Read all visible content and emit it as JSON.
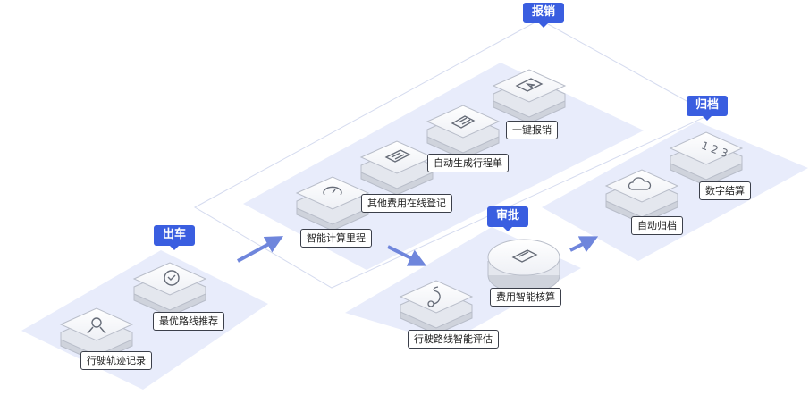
{
  "stages": {
    "chuche": "出车",
    "baoxiao": "报销",
    "shenpi": "审批",
    "guidang": "归档"
  },
  "items": {
    "track_record": "行驶轨迹记录",
    "best_route": "最优路线推荐",
    "smart_mileage": "智能计算里程",
    "other_fees": "其他费用在线登记",
    "auto_itinerary": "自动生成行程单",
    "one_click": "一键报销",
    "route_eval": "行驶路线智能评估",
    "fee_check": "费用智能核算",
    "auto_archive": "自动归档",
    "digital_settle": "数字结算"
  },
  "colors": {
    "accent": "#3a5ee0",
    "platform": "#e8ecfb",
    "arrow": "#6f86dc",
    "outline": "#d5dbef"
  }
}
